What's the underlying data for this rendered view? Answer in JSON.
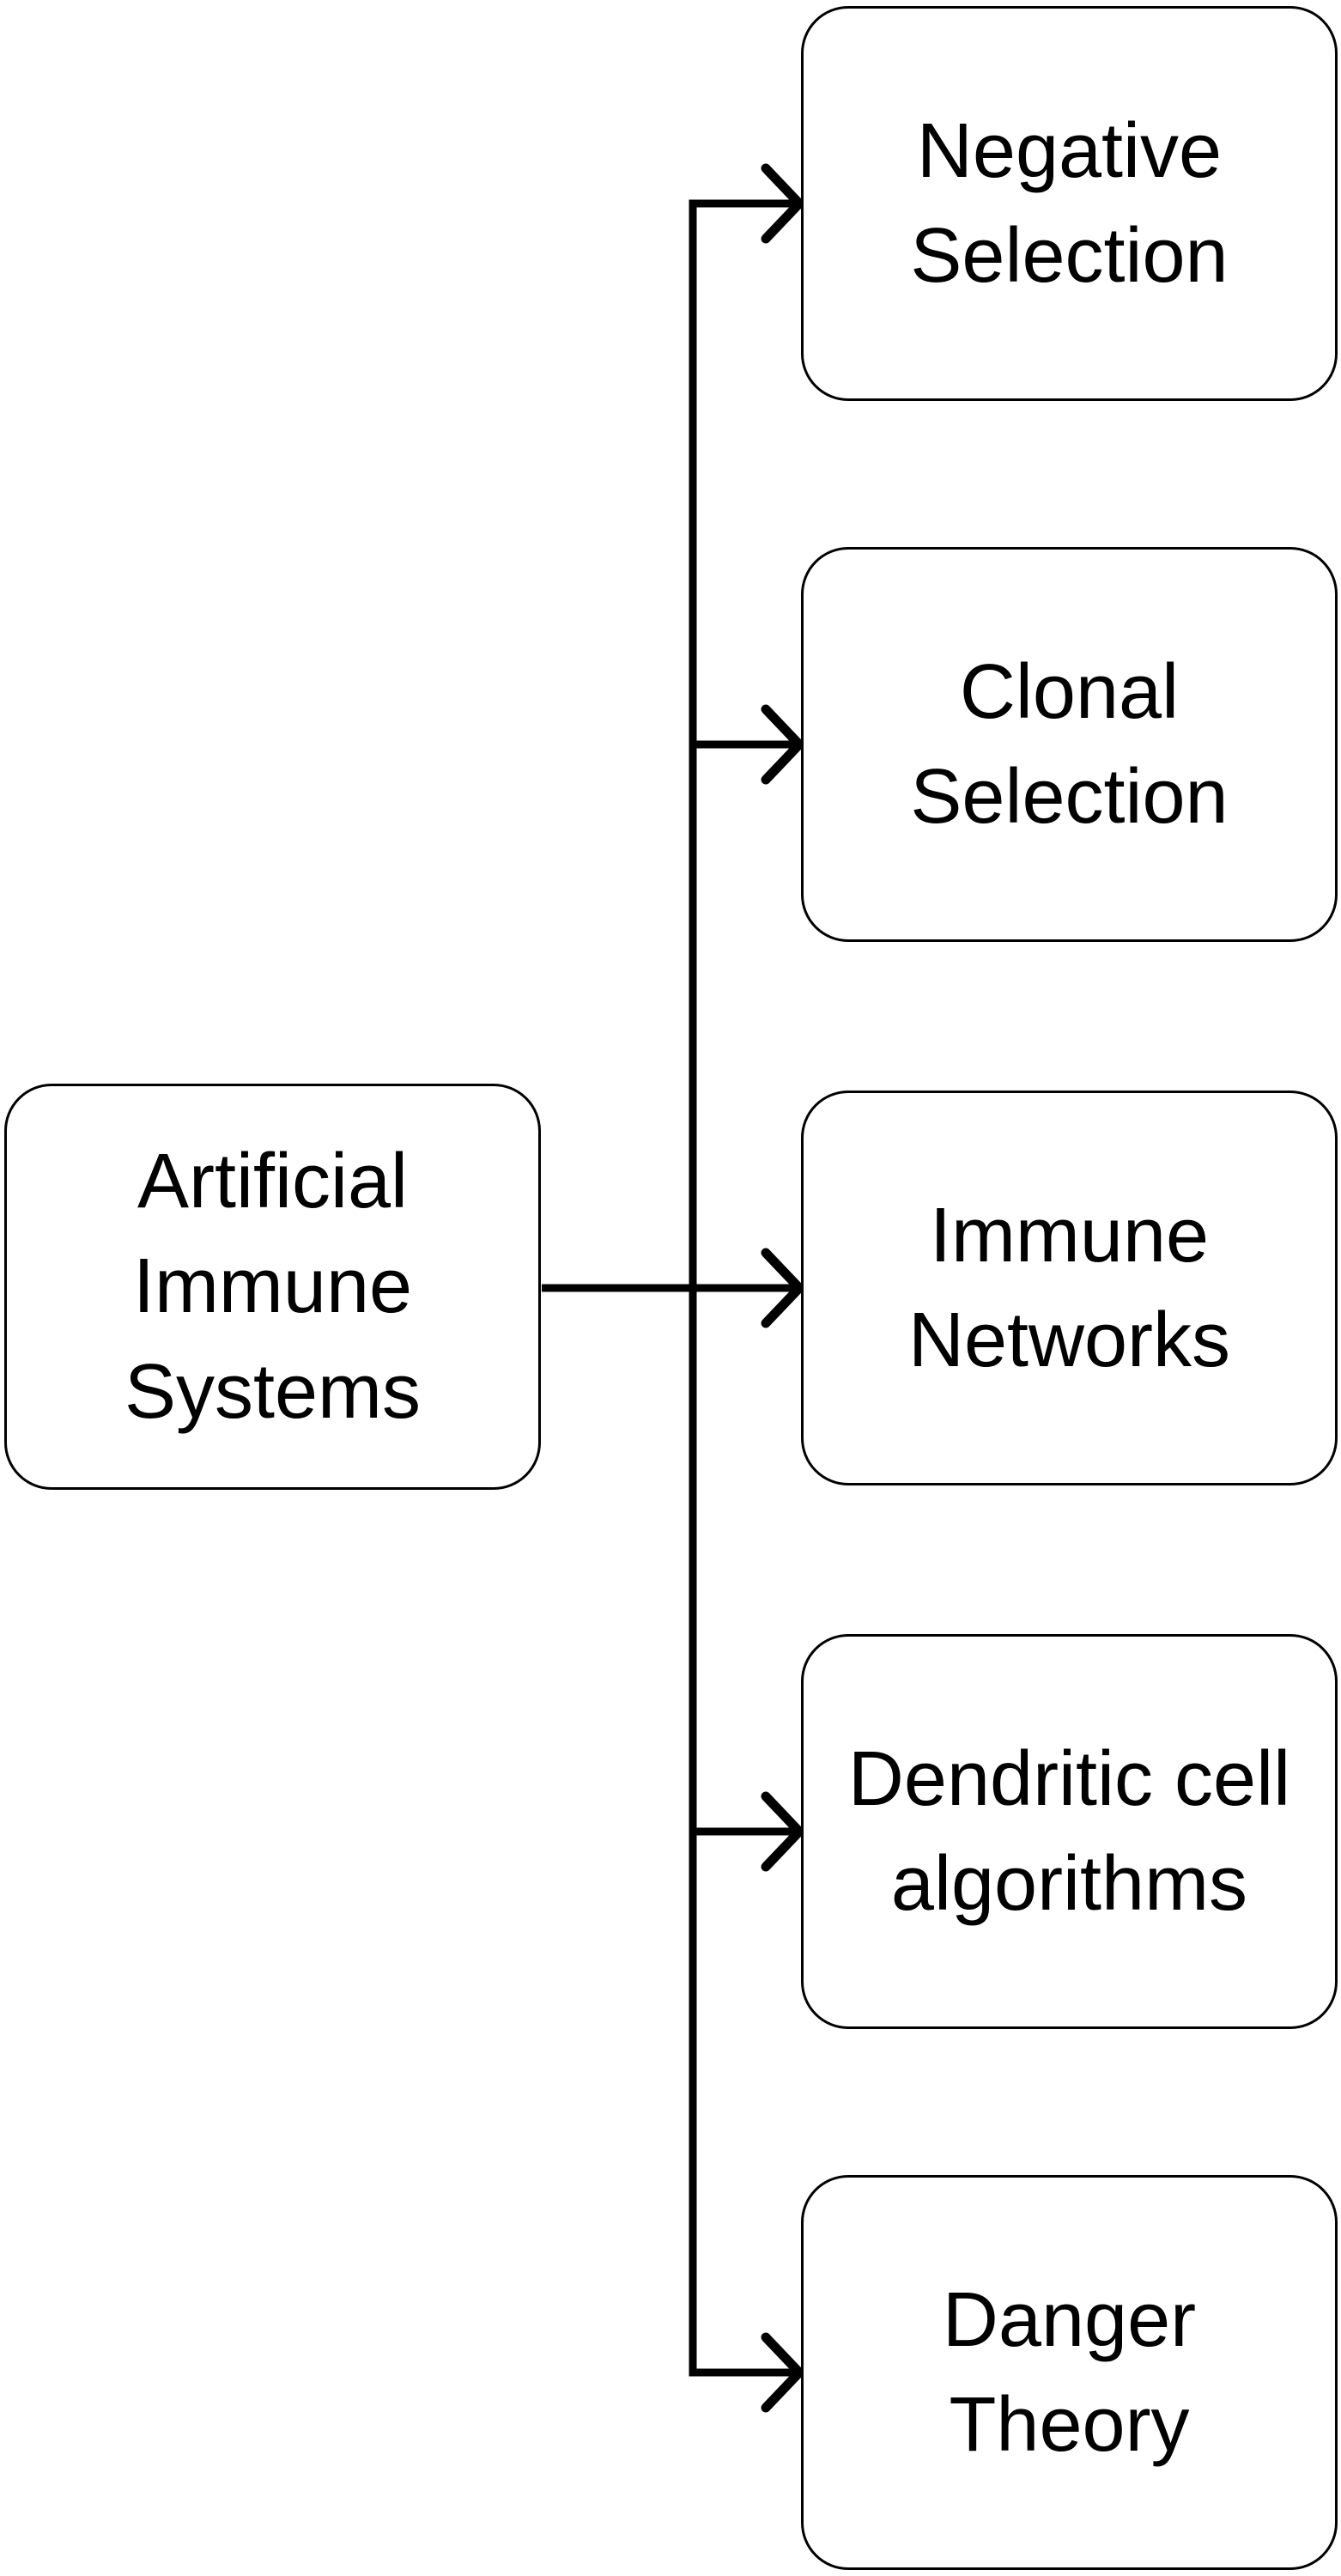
{
  "diagram": {
    "type": "flowchart",
    "background_color": "#ffffff",
    "line_color": "#000000",
    "text_color": "#000000",
    "icons": {
      "arrowhead": "chevron-right-arrowhead"
    },
    "root": {
      "label": "Artificial\nImmune\nSystems"
    },
    "children": [
      {
        "label": "Negative\nSelection"
      },
      {
        "label": "Clonal\nSelection"
      },
      {
        "label": "Immune\nNetworks"
      },
      {
        "label": "Dendritic cell\nalgorithms"
      },
      {
        "label": "Danger\nTheory"
      }
    ]
  }
}
